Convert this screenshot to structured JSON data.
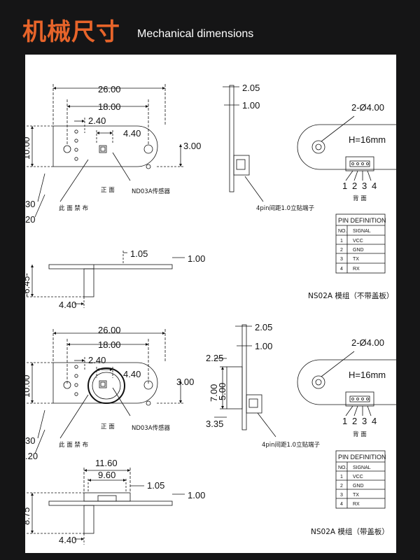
{
  "header": {
    "title_zh": "机械尺寸",
    "title_en": "Mechanical dimensions"
  },
  "module_a": {
    "caption": "NS02A 模组（不带盖板）",
    "top_view": {
      "dim_26": "26.00",
      "dim_18": "18.00",
      "dim_2_40": "2.40",
      "dim_4_40": "4.40",
      "dim_3_00": "3.00",
      "dim_10": "10.00",
      "dim_left_30": "30",
      "dim_left_20": "20",
      "label_front": "正 面",
      "label_sensor": "ND03A传感器",
      "label_no_wiring": "此 面 禁 布"
    },
    "side_view": {
      "dim_1_05": "1.05",
      "dim_1_00": "1.00",
      "dim_6_45": "-6.45-",
      "dim_4_40": "4.40"
    },
    "edge_view": {
      "dim_2_05": "2.05",
      "dim_1_00": "1.00",
      "label_connector": "4pin间距1.0立贴端子"
    },
    "back_view": {
      "dim_hole": "2-Ø4.00",
      "dim_height": "H=16mm",
      "pins": [
        "1",
        "2",
        "3",
        "4"
      ],
      "label_back": "背 面"
    },
    "pin_table": {
      "title": "PIN DEFINITION",
      "header": [
        "NO.",
        "SIGNAL"
      ],
      "rows": [
        [
          "1",
          "VCC"
        ],
        [
          "2",
          "GND"
        ],
        [
          "3",
          "TX"
        ],
        [
          "4",
          "RX"
        ]
      ]
    }
  },
  "module_b": {
    "caption": "NS02A 模组（带盖板）",
    "top_view": {
      "dim_26": "26.00",
      "dim_18": "18.00",
      "dim_2_40": "2.40",
      "dim_4_40": "4.40",
      "dim_3_00": "3.00",
      "dim_10": "10.00",
      "dim_left_30": "30",
      "dim_left_20": ".20",
      "label_front": "正 面",
      "label_sensor": "ND03A传感器",
      "label_no_wiring": "此 面 禁 布"
    },
    "side_view": {
      "dim_11_60": "11.60",
      "dim_9_60": "9.60",
      "dim_1_05": "1.05",
      "dim_1_00": "1.00",
      "dim_8_75": "8.75",
      "dim_4_40": "4.40"
    },
    "edge_view": {
      "dim_2_05": "2.05",
      "dim_1_00": "1.00",
      "dim_2_25": "2.25",
      "dim_7_00": "7.00",
      "dim_5_00": "5.00",
      "dim_3_35": "3.35",
      "label_connector": "4pin间距1.0立贴端子"
    },
    "back_view": {
      "dim_hole": "2-Ø4.00",
      "dim_height": "H=16mm",
      "pins": [
        "1",
        "2",
        "3",
        "4"
      ],
      "label_back": "背 面"
    },
    "pin_table": {
      "title": "PIN DEFINITION",
      "header": [
        "NO.",
        "SIGNAL"
      ],
      "rows": [
        [
          "1",
          "VCC"
        ],
        [
          "2",
          "GND"
        ],
        [
          "3",
          "TX"
        ],
        [
          "4",
          "RX"
        ]
      ]
    }
  }
}
